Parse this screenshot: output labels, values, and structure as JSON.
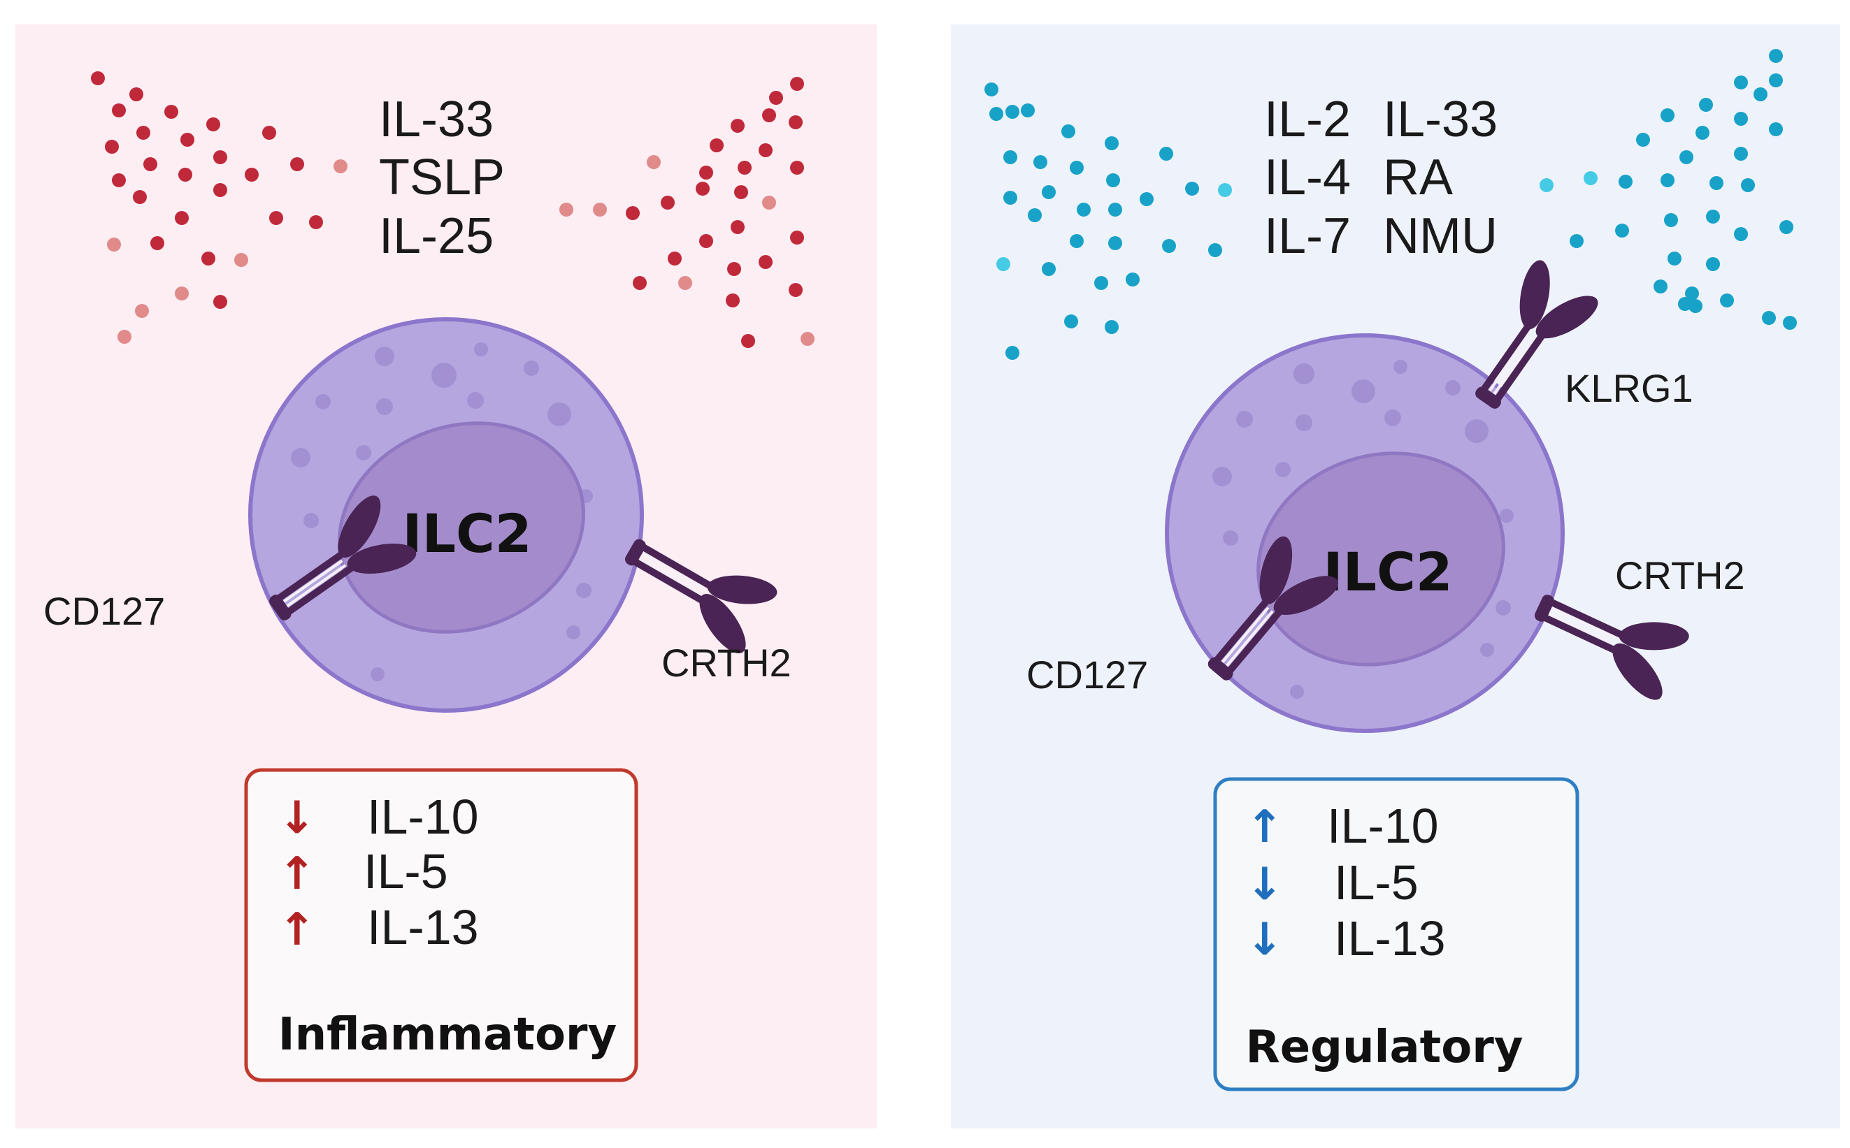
{
  "colors": {
    "left_bg": "#fdeef4",
    "right_bg": "#eef3fb",
    "left_dot": "#c0293a",
    "left_dot_light": "#e08a8a",
    "right_dot": "#18a2c8",
    "right_dot_light": "#45cbe6",
    "cell_outer": "#b5a6df",
    "cell_outer_stroke": "#8c76cc",
    "cell_nucleus": "#a48ccc",
    "cell_nucleus_stroke": "#8f77c2",
    "granule": "#9c88cf",
    "receptor": "#4a2454",
    "left_border": "#c0392b",
    "right_border": "#2f7fc4",
    "up_down_red": "#b22222",
    "up_down_blue": "#1f6fbd"
  },
  "left_panel": {
    "cytokines": [
      "IL-33",
      "TSLP",
      "IL-25"
    ],
    "cell_label": "ILC2",
    "receptors": {
      "cd127": "CD127",
      "crth2": "CRTH2"
    },
    "outputs": [
      {
        "arrow": "down",
        "label": "IL-10"
      },
      {
        "arrow": "up",
        "label": "IL-5"
      },
      {
        "arrow": "up",
        "label": "IL-13"
      }
    ],
    "caption": "Inflammatory"
  },
  "right_panel": {
    "cytokines_col1": [
      "IL-2",
      "IL-4",
      "IL-7"
    ],
    "cytokines_col2": [
      "IL-33",
      "RA",
      "NMU"
    ],
    "cell_label": "ILC2",
    "receptors": {
      "klrg1": "KLRG1",
      "crth2": "CRTH2",
      "cd127": "CD127"
    },
    "outputs": [
      {
        "arrow": "up",
        "label": "IL-10"
      },
      {
        "arrow": "down",
        "label": "IL-5"
      },
      {
        "arrow": "down",
        "label": "IL-13"
      }
    ],
    "caption": "Regulatory"
  }
}
